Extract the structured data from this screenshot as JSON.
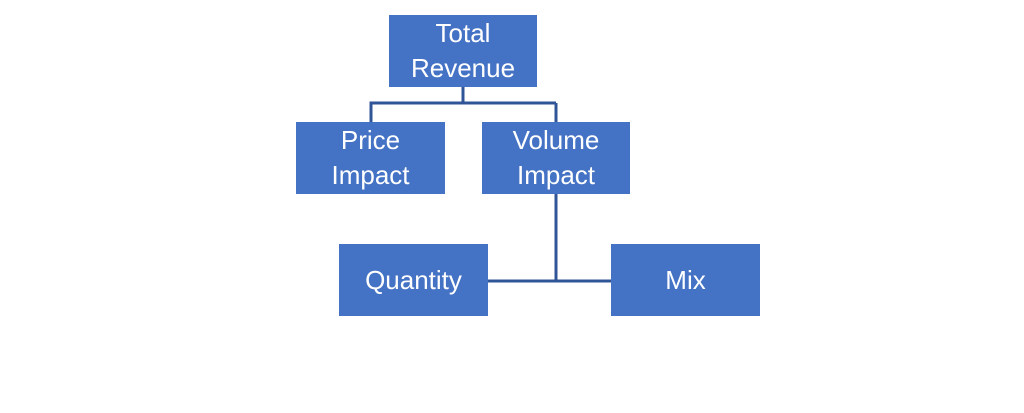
{
  "colors": {
    "box_fill": "#4472C4",
    "connector": "#2F5597",
    "text": "#FFFFFF"
  },
  "nodes": {
    "total_revenue": "Total Revenue",
    "price_impact": "Price Impact",
    "volume_impact": "Volume Impact",
    "quantity": "Quantity",
    "mix": "Mix"
  }
}
